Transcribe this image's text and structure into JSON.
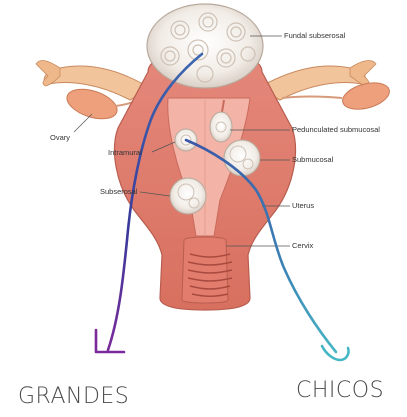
{
  "labels": {
    "fundal_subserosal": "Fundal subserosal",
    "ovary": "Ovary",
    "intramural": "Intramural",
    "pedunculated_submucosal": "Pedunculated submucosal",
    "submucosal": "Submucosal",
    "subserosal": "Subserosal",
    "uterus": "Uterus",
    "cervix": "Cervix"
  },
  "handwritten": {
    "left": "GRANDES",
    "right": "CHICOS"
  },
  "colors": {
    "uterus_wall": "#e07f72",
    "uterus_inner": "#f3b3a6",
    "fibroid": "#f1ece6",
    "ovary": "#eea07d",
    "tube": "#f2c49b",
    "arrow_left": "#5b2c8f",
    "arrow_right": "#3aa3b8"
  }
}
